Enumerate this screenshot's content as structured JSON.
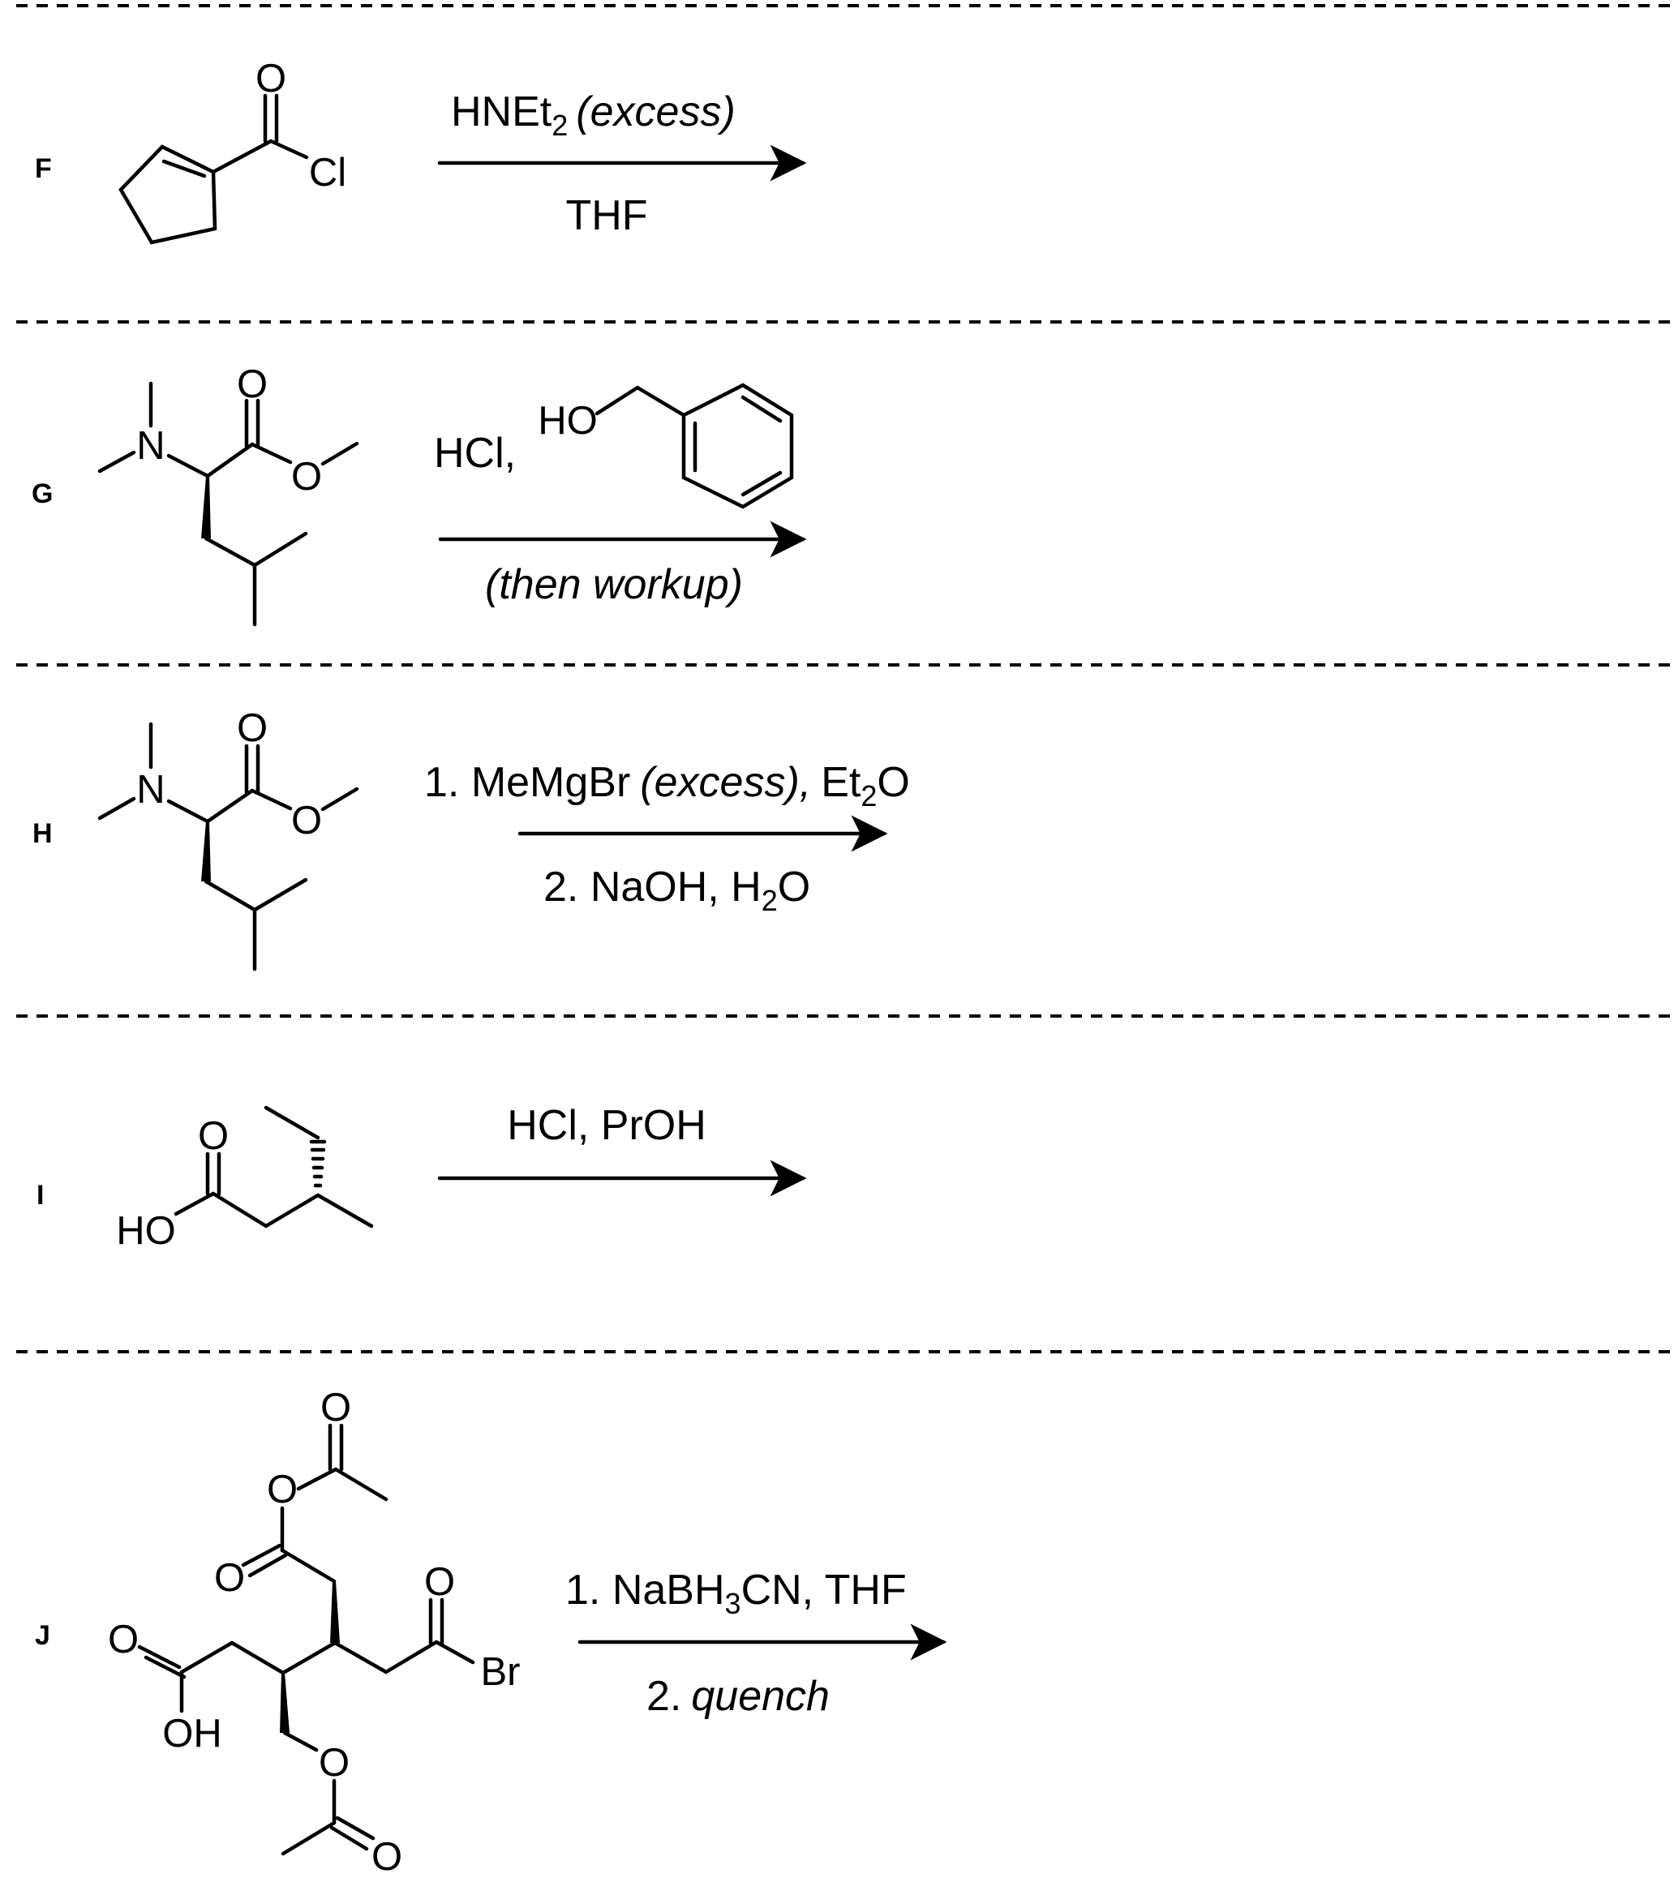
{
  "problems": [
    {
      "label": "F",
      "atoms": {
        "carbonyl_o": "O",
        "cl": "Cl"
      },
      "conditions": {
        "above": {
          "reagent": "HNEt",
          "reagent_sub": "2",
          "note": "(excess)"
        },
        "below": "THF"
      }
    },
    {
      "label": "G",
      "atoms": {
        "n": "N",
        "carbonyl_o": "O",
        "ester_o": "O"
      },
      "conditions": {
        "above": {
          "reagent": "HCl,",
          "alcohol_label": "HO"
        },
        "below": "(then workup)"
      }
    },
    {
      "label": "H",
      "atoms": {
        "n": "N",
        "carbonyl_o": "O",
        "ester_o": "O"
      },
      "conditions": {
        "above": {
          "step": "1. MeMgBr",
          "note": "(excess),",
          "solvent": "Et",
          "solvent_sub": "2",
          "solvent_tail": "O"
        },
        "below": {
          "step": "2. NaOH, H",
          "sub": "2",
          "tail": "O"
        }
      }
    },
    {
      "label": "I",
      "atoms": {
        "carbonyl_o": "O",
        "ho": "HO"
      },
      "conditions": {
        "above": "HCl, PrOH"
      }
    },
    {
      "label": "J",
      "atoms": {
        "o_top": "O",
        "o_link": "O",
        "o_anhydride": "O",
        "o_acyl": "O",
        "o_acid": "O",
        "oh": "OH",
        "br": "Br",
        "o_ether": "O",
        "o_bottom": "O"
      },
      "conditions": {
        "above": {
          "step": "1. NaBH",
          "sub": "3",
          "tail": "CN, THF"
        },
        "below": {
          "step": "2.",
          "note": "quench"
        }
      }
    }
  ]
}
